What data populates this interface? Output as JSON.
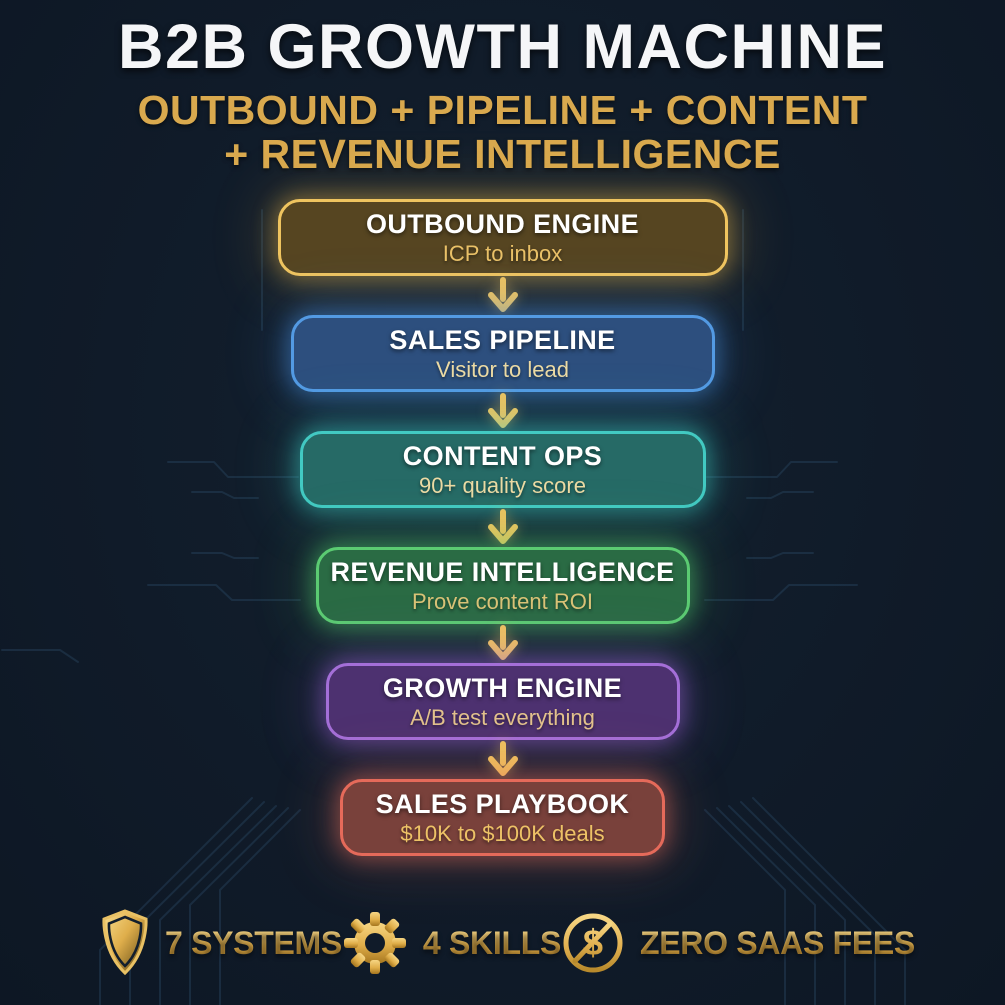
{
  "header": {
    "title": "B2B GROWTH MACHINE",
    "subtitle_line1": "OUTBOUND + PIPELINE + CONTENT",
    "subtitle_line2": "+ REVENUE INTELLIGENCE",
    "title_color": "#f5f6f8",
    "subtitle_color": "#d9a94e"
  },
  "flow": {
    "arrow_color": "#eec25f",
    "steps": [
      {
        "title": "OUTBOUND ENGINE",
        "subtitle": "ICP to inbox",
        "fill": "#564521",
        "border": "#efc45f",
        "glow": "#d8a845",
        "subtitle_color": "#eac167"
      },
      {
        "title": "SALES PIPELINE",
        "subtitle": "Visitor to lead",
        "fill": "#2d4f7e",
        "border": "#539ae3",
        "glow": "#4b94e8",
        "subtitle_color": "#ecdaa4"
      },
      {
        "title": "CONTENT OPS",
        "subtitle": "90+ quality score",
        "fill": "#266a66",
        "border": "#42c9c2",
        "glow": "#3ed8cd",
        "subtitle_color": "#ecdaa4"
      },
      {
        "title": "REVENUE INTELLIGENCE",
        "subtitle": "Prove content ROI",
        "fill": "#2a6b44",
        "border": "#5bcb72",
        "glow": "#55d76f",
        "subtitle_color": "#d9c376"
      },
      {
        "title": "GROWTH ENGINE",
        "subtitle": "A/B test everything",
        "fill": "#4d3170",
        "border": "#a46fd8",
        "glow": "#a166e0",
        "subtitle_color": "#e2c28d"
      },
      {
        "title": "SALES PLAYBOOK",
        "subtitle": "$10K to $100K deals",
        "fill": "#79413b",
        "border": "#e56a5a",
        "glow": "#eb6e5a",
        "subtitle_color": "#edc266"
      }
    ]
  },
  "footer": {
    "accent_color": "#e2b253",
    "items": [
      {
        "icon": "shield-icon",
        "label": "7 SYSTEMS"
      },
      {
        "icon": "gear-icon",
        "label": "4 SKILLS"
      },
      {
        "icon": "no-dollar-icon",
        "label": "ZERO SAAS FEES"
      }
    ]
  },
  "background": {
    "base_color": "#101b29",
    "trace_color": "#2c4c6a"
  }
}
